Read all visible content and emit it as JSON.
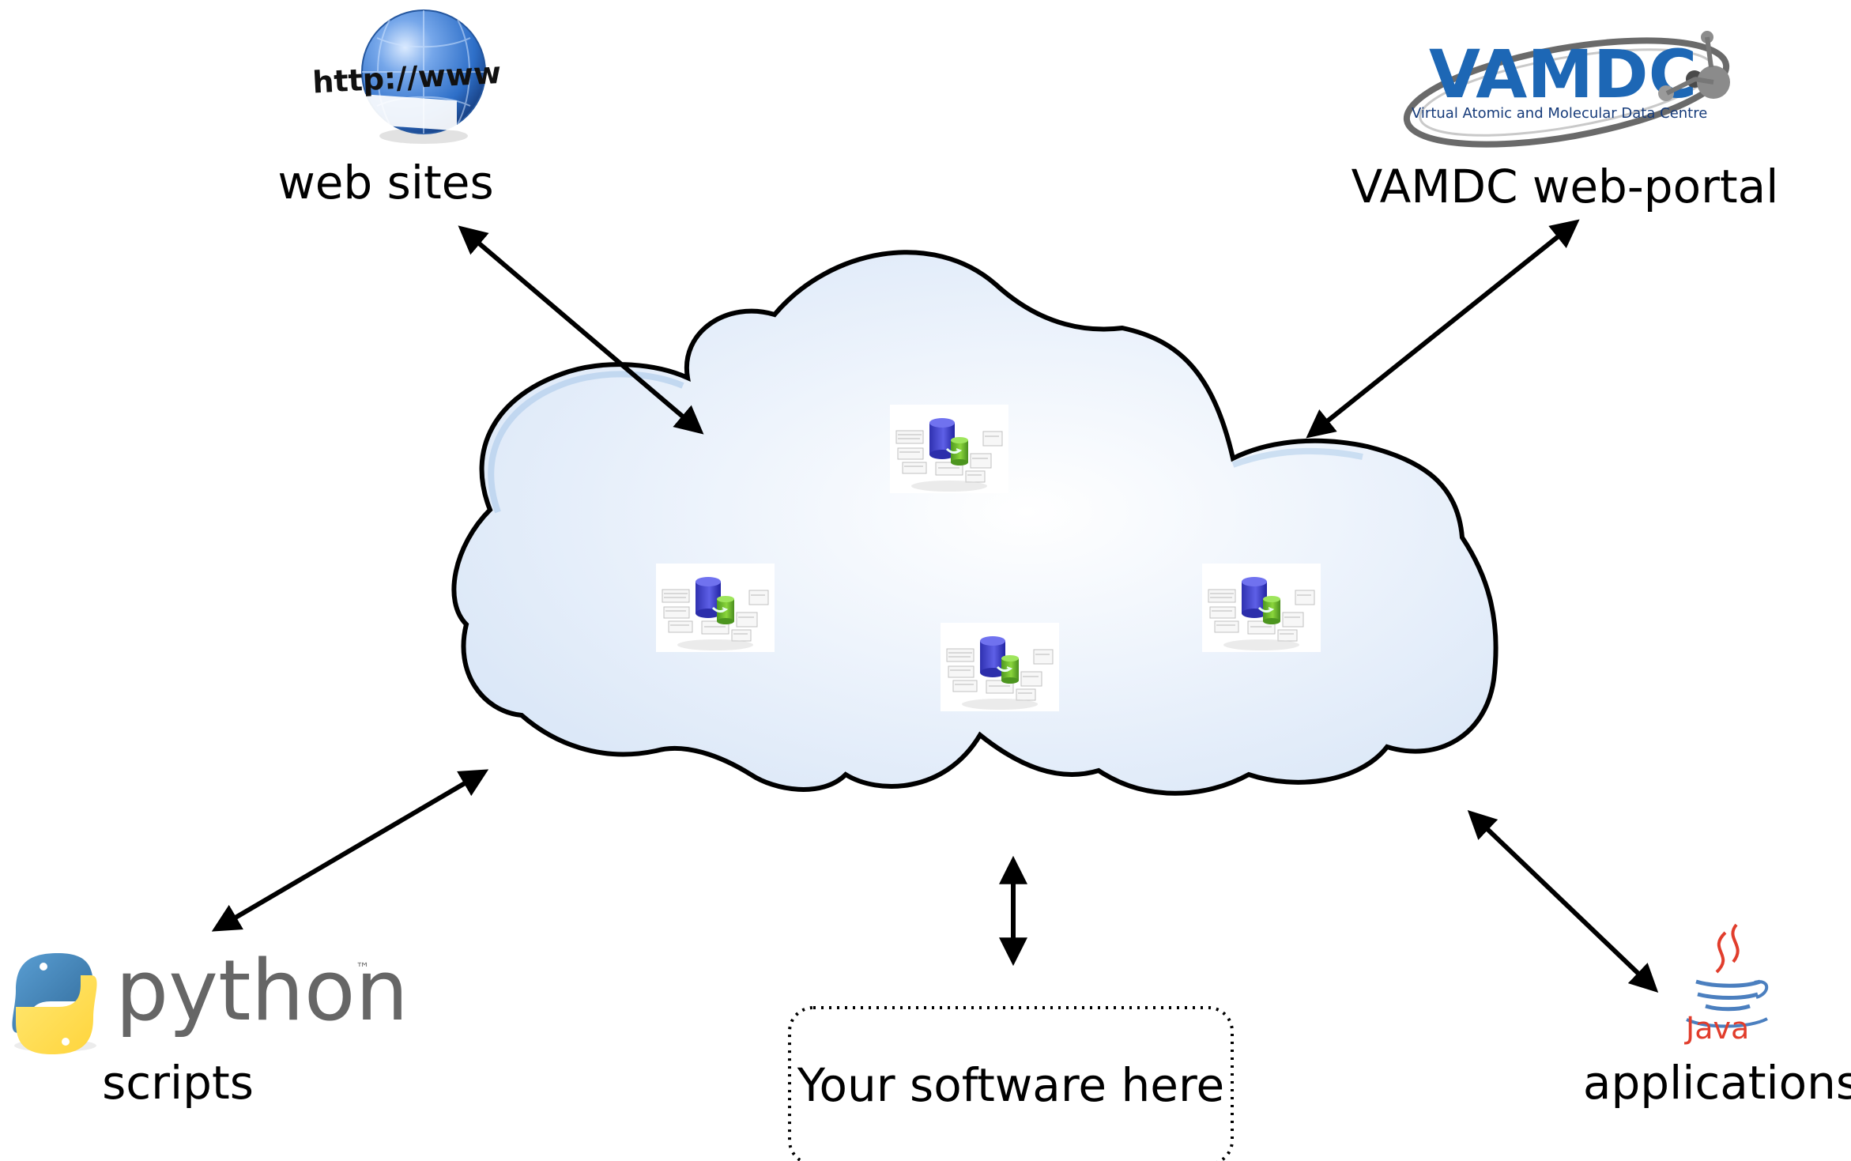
{
  "diagram": {
    "nodes": {
      "web_sites": {
        "label": "web sites",
        "icon_text": "http://www"
      },
      "vamdc_portal": {
        "label": "VAMDC web-portal",
        "logo_title": "VAMDC",
        "logo_subtitle": "Virtual Atomic and Molecular Data Centre"
      },
      "python_scripts": {
        "label": "scripts",
        "logo_word": "python",
        "logo_tm": "™"
      },
      "java_applications": {
        "label": "applications",
        "logo_word": "Java"
      },
      "custom_software": {
        "label": "Your software here"
      }
    },
    "cloud": {
      "database_icon_count": 4
    },
    "connections": [
      {
        "from": "web_sites",
        "to": "cloud",
        "direction": "bidirectional"
      },
      {
        "from": "vamdc_portal",
        "to": "cloud",
        "direction": "bidirectional"
      },
      {
        "from": "python_scripts",
        "to": "cloud",
        "direction": "bidirectional"
      },
      {
        "from": "custom_software",
        "to": "cloud",
        "direction": "bidirectional"
      },
      {
        "from": "java_applications",
        "to": "cloud",
        "direction": "bidirectional"
      }
    ],
    "colors": {
      "cloud_fill": "#e6eef9",
      "cloud_edge": "#000000",
      "arrow": "#000000",
      "globe_blue": "#2e6fc8",
      "vamdc_blue": "#1d67b5",
      "python_blue": "#3b73aa",
      "python_yellow": "#f6cf3f",
      "python_text": "#666666",
      "java_red": "#e13d2c",
      "java_blue": "#4b7fbf",
      "db_blue": "#4d4fd6",
      "db_green": "#79c92f"
    }
  }
}
